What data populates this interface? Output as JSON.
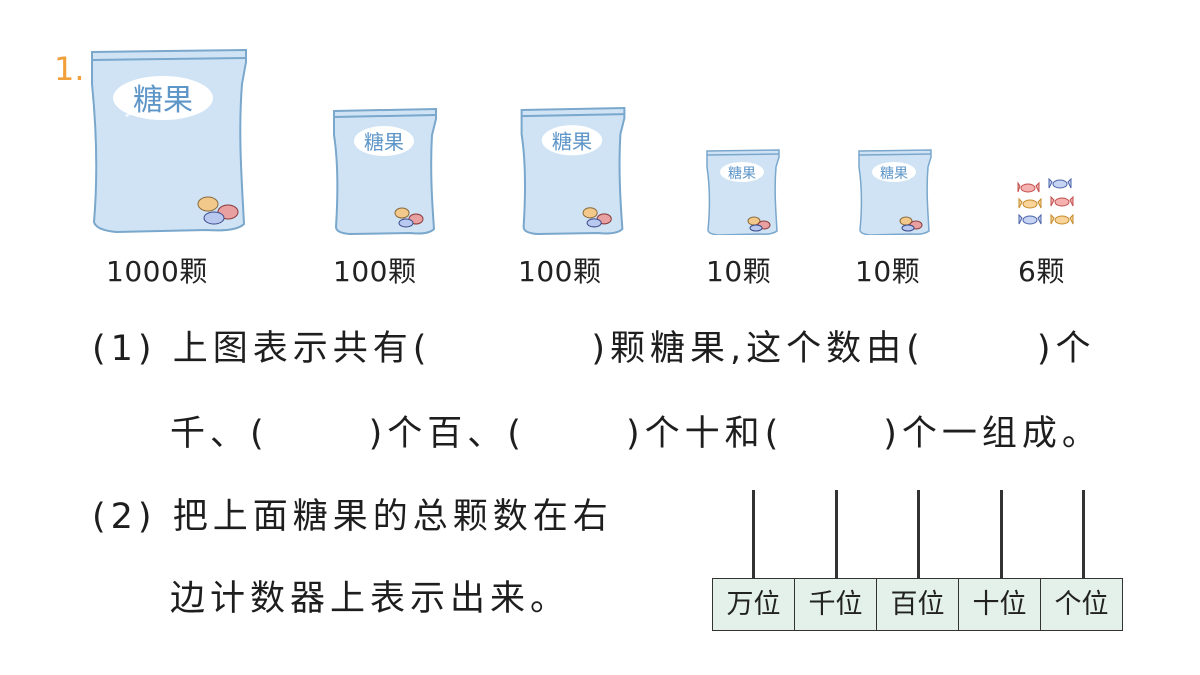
{
  "question_number": "1.",
  "bag_label": "糖果",
  "counts": [
    "1000颗",
    "100颗",
    "100颗",
    "10颗",
    "10颗",
    "6颗"
  ],
  "q1": {
    "prefix": "(1)",
    "line1_a": "上图表示共有(",
    "line1_b": ")颗糖果,这个数由(",
    "line1_c": ")个",
    "line2_a": "千、(",
    "line2_b": ")个百、(",
    "line2_c": ")个十和(",
    "line2_d": ")个一组成。"
  },
  "q2": {
    "prefix": "(2)",
    "line1": "把上面糖果的总颗数在右",
    "line2": "边计数器上表示出来。"
  },
  "place_values": [
    "万位",
    "千位",
    "百位",
    "十位",
    "个位"
  ],
  "colors": {
    "question_number": "#f2a03c",
    "bag_fill": "#cfe3f5",
    "place_table_fill": "#e3f1ea"
  }
}
